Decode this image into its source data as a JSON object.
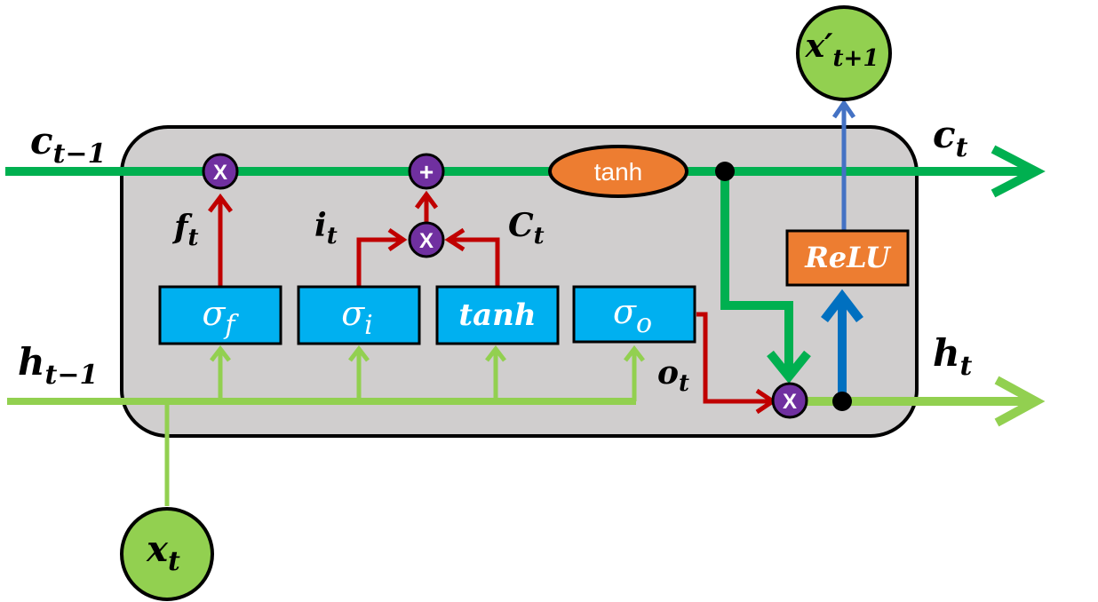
{
  "labels": {
    "c_prev": {
      "base": "c",
      "sub": "t−1"
    },
    "h_prev": {
      "base": "h",
      "sub": "t−1"
    },
    "c_t": {
      "base": "c",
      "sub": "t"
    },
    "h_t": {
      "base": "h",
      "sub": "t"
    },
    "x_t": {
      "base": "x",
      "sub": "t"
    },
    "x_next": {
      "base": "x′",
      "sub": "t+1"
    },
    "f_t": {
      "base": "f",
      "sub": "t"
    },
    "i_t": {
      "base": "i",
      "sub": "t"
    },
    "C_t": {
      "base": "C",
      "sub": "t"
    },
    "o_t": {
      "base": "o",
      "sub": "t"
    }
  },
  "gates": {
    "forget": {
      "base": "σ",
      "sub": "f"
    },
    "input": {
      "base": "σ",
      "sub": "i"
    },
    "candidate": {
      "text": "tanh"
    },
    "output": {
      "base": "σ",
      "sub": "o"
    }
  },
  "ops": {
    "multiply": "X",
    "add": "+",
    "tanh": "tanh",
    "relu": "ReLU"
  },
  "colors": {
    "cell_line": "#00b050",
    "hidden_line": "#92d050",
    "gate_fill": "#00b0f0",
    "op_fill": "#7030a0",
    "tanh_fill": "#ed7d31",
    "red_line": "#c00000",
    "blue_line": "#0070c0",
    "light_blue_line": "#4472c4",
    "box_fill": "#d0cece"
  }
}
